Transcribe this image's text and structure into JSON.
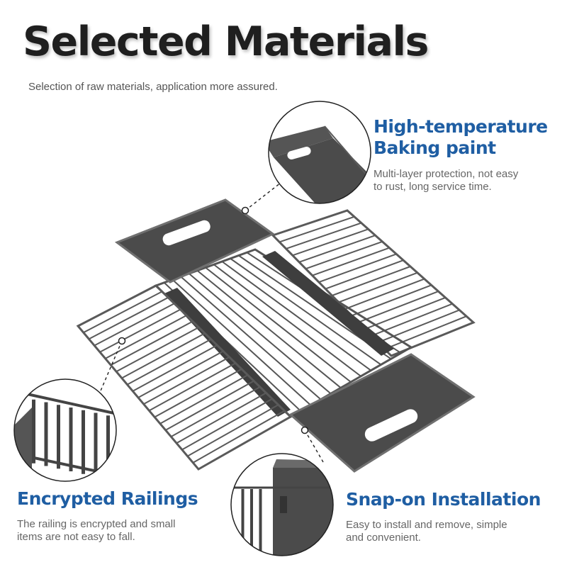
{
  "heading": {
    "title": "Selected Materials",
    "subtitle": "Selection of raw materials, application more assured."
  },
  "features": [
    {
      "title_line1": "High-temperature",
      "title_line2": "Baking paint",
      "desc_line1": "Multi-layer protection, not easy",
      "desc_line2": "to rust,  long service time."
    },
    {
      "title_line1": "Encrypted Railings",
      "desc_line1": "The railing is encrypted and small",
      "desc_line2": "items are not easy to fall."
    },
    {
      "title_line1": "Snap-on Installation",
      "desc_line1": "Easy to install and remove, simple",
      "desc_line2": "and convenient."
    }
  ],
  "colors": {
    "accent": "#1f5ea3",
    "metal": "#5a5a5a",
    "panel": "#4b4b4b",
    "title": "#1f1f1f"
  }
}
